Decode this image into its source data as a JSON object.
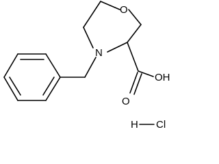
{
  "molecule": {
    "name": "",
    "atoms": {
      "ring_oxygen": "O",
      "ring_nitrogen": "N",
      "carboxyl_oh": "OH",
      "carbonyl_oxygen": "O",
      "hydrochloride_h": "H",
      "hydrochloride_cl": "Cl"
    }
  },
  "colors": {
    "bond": "#000000",
    "text": "#000000",
    "background": "#ffffff"
  }
}
